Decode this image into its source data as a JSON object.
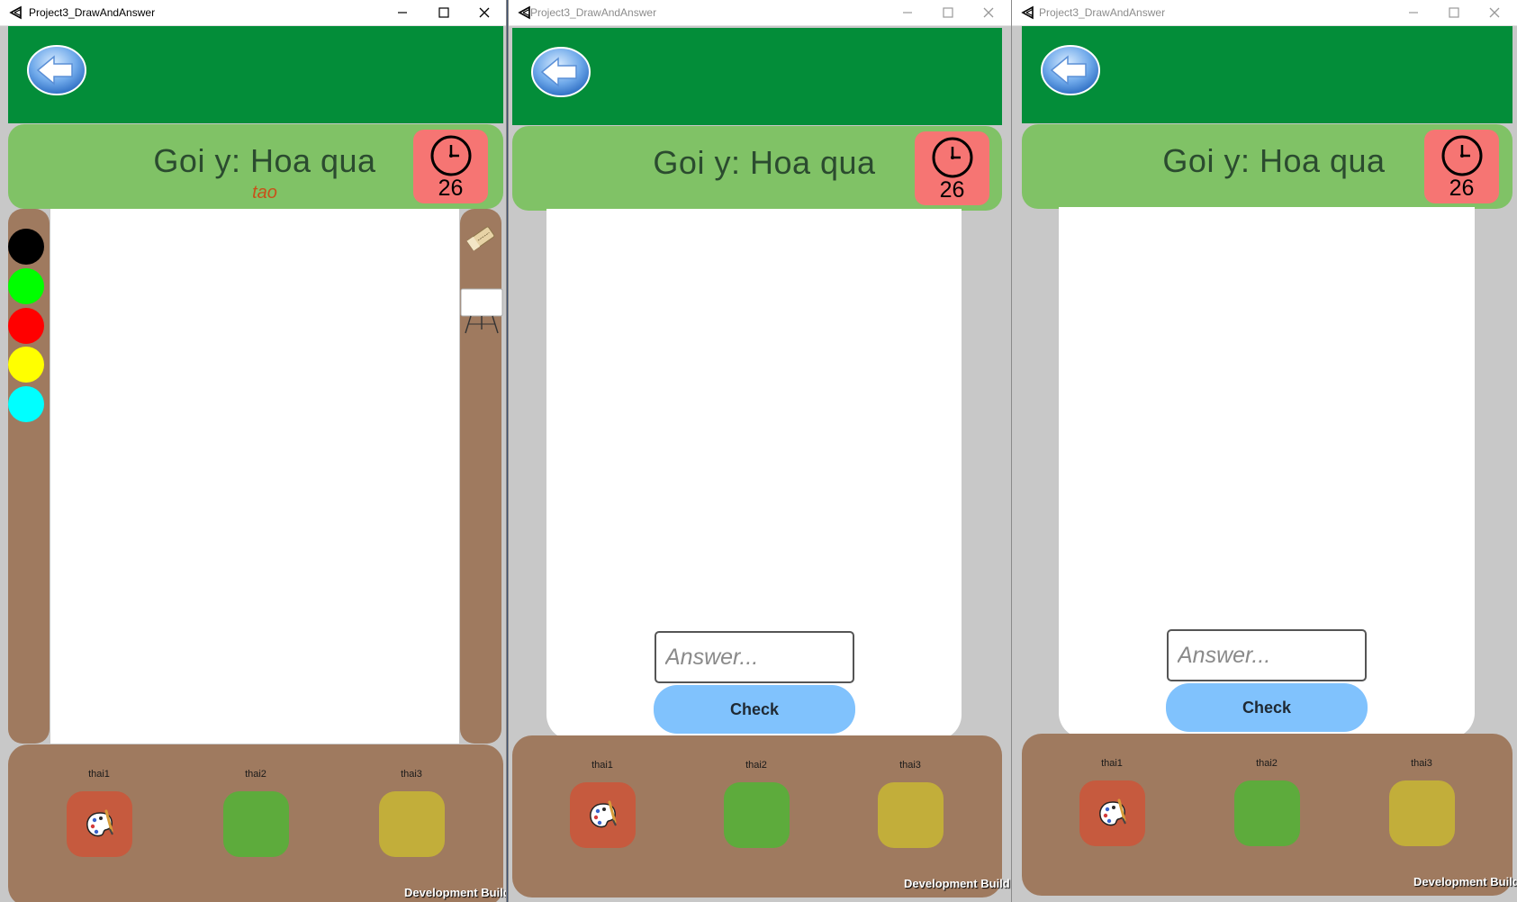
{
  "windows": [
    {
      "title": "Project3_DrawAndAnswer",
      "hint": "Goi y: Hoa qua",
      "secret_word": "tao",
      "timer": "26",
      "trays": [
        {
          "label": "thai1",
          "color": "#c65a3e"
        },
        {
          "label": "thai2",
          "color": "#5dab3c"
        },
        {
          "label": "thai3",
          "color": "#c2ae3a"
        }
      ],
      "build_label": "Development Build"
    },
    {
      "title": "Project3_DrawAndAnswer",
      "hint": "Goi y: Hoa qua",
      "timer": "26",
      "answer_placeholder": "Answer...",
      "check_label": "Check",
      "trays": [
        {
          "label": "thai1",
          "color": "#c65a3e"
        },
        {
          "label": "thai2",
          "color": "#5dab3c"
        },
        {
          "label": "thai3",
          "color": "#c2ae3a"
        }
      ],
      "build_label": "Development Build"
    },
    {
      "title": "Project3_DrawAndAnswer",
      "hint": "Goi y: Hoa qua",
      "timer": "26",
      "answer_placeholder": "Answer...",
      "check_label": "Check",
      "trays": [
        {
          "label": "thai1",
          "color": "#c65a3e"
        },
        {
          "label": "thai2",
          "color": "#5dab3c"
        },
        {
          "label": "thai3",
          "color": "#c2ae3a"
        }
      ],
      "build_label": "Development Build"
    }
  ],
  "palette_colors": [
    "#000000",
    "#00ff00",
    "#ff0000",
    "#ffff00",
    "#00ffff"
  ],
  "theme": {
    "header": "#038d39",
    "hint_bar": "#80c266",
    "timer_bg": "#f67573",
    "panel": "#9f7a5f",
    "check_button": "#80c2fd"
  }
}
